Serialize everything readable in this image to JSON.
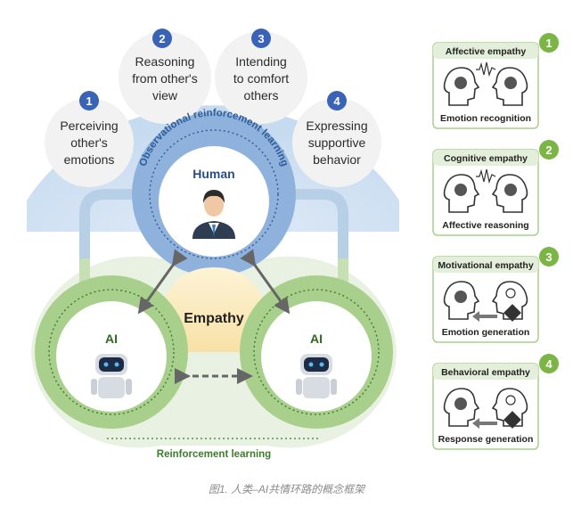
{
  "processes": [
    {
      "number": "1",
      "lines": [
        "Perceiving",
        "other's",
        "emotions"
      ]
    },
    {
      "number": "2",
      "lines": [
        "Reasoning",
        "from other's",
        "view"
      ]
    },
    {
      "number": "3",
      "lines": [
        "Intending",
        "to comfort",
        "others"
      ]
    },
    {
      "number": "4",
      "lines": [
        "Expressing",
        "supportive",
        "behavior"
      ]
    }
  ],
  "loop": {
    "observational": "Observational reinforcement learning",
    "reinforcement": "Reinforcement learning"
  },
  "nodes": {
    "human": "Human",
    "empathy": "Empathy",
    "ai_left": "AI",
    "ai_right": "AI"
  },
  "cards": [
    {
      "number": "1",
      "title": "Affective empathy",
      "label": "Emotion recognition"
    },
    {
      "number": "2",
      "title": "Cognitive empathy",
      "label": "Affective reasoning"
    },
    {
      "number": "3",
      "title": "Motivational empathy",
      "label": "Emotion generation"
    },
    {
      "number": "4",
      "title": "Behavioral empathy",
      "label": "Response generation"
    }
  ],
  "caption": "图1. 人类–AI共情环路的概念框架",
  "colors": {
    "badge_blue": "#3a63b8",
    "badge_green": "#7bb544",
    "human_ring": "#8fb2dc",
    "ai_ring": "#a9cf8c"
  }
}
